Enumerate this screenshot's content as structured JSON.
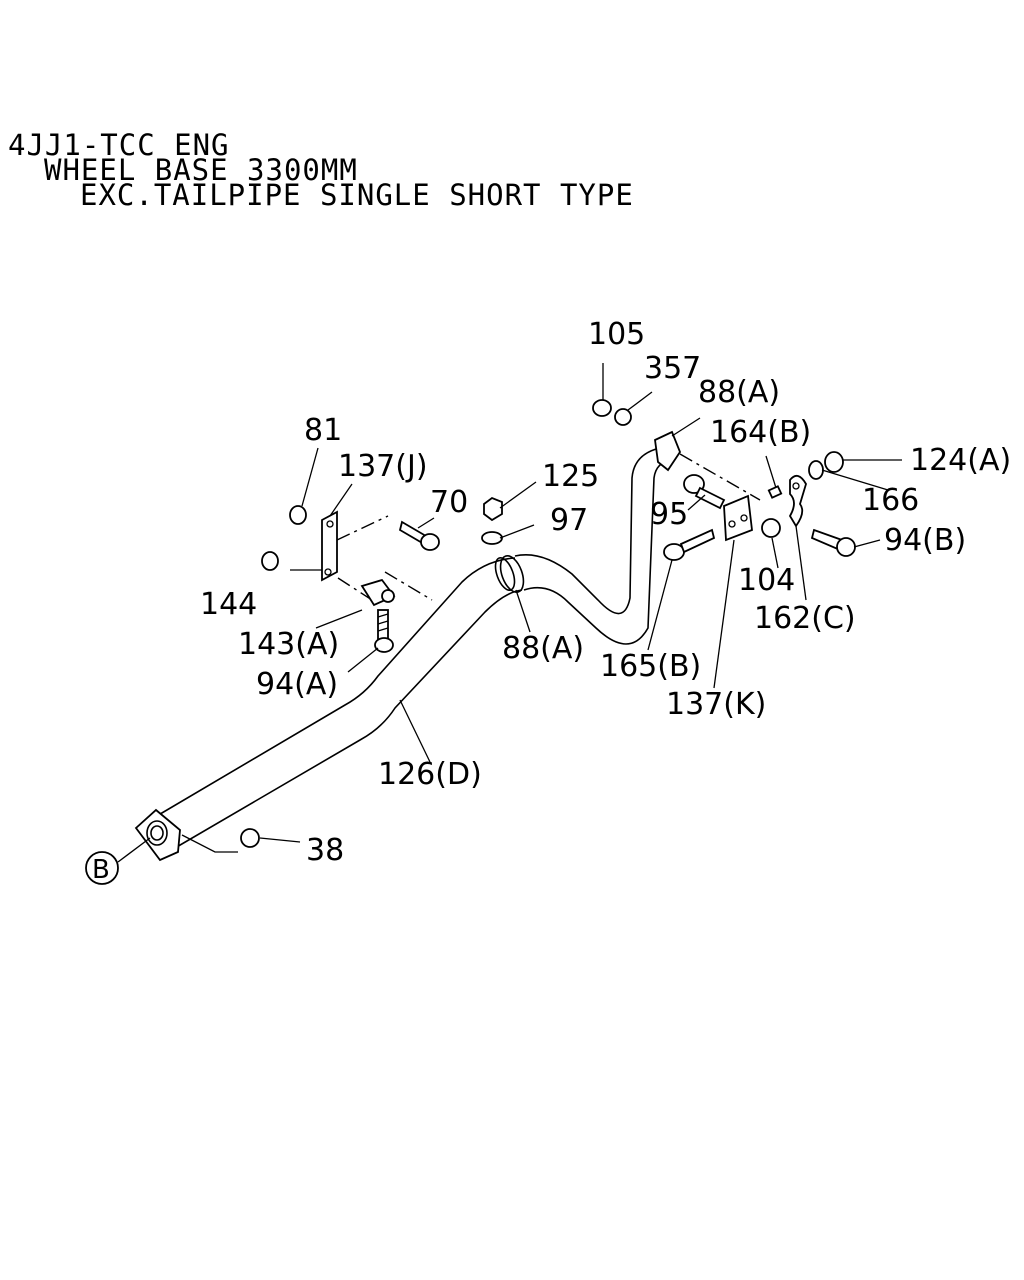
{
  "header": {
    "line1": "4JJ1-TCC ENG",
    "line2": "WHEEL BASE 3300MM",
    "line3": "EXC.TAILPIPE SINGLE SHORT TYPE"
  },
  "callouts": {
    "c105": "105",
    "c357": "357",
    "c88a_top": "88(A)",
    "c164b": "164(B)",
    "c124a": "124(A)",
    "c166": "166",
    "c81": "81",
    "c137j": "137(J)",
    "c70": "70",
    "c125": "125",
    "c97": "97",
    "c95": "95",
    "c94b": "94(B)",
    "c104": "104",
    "c144": "144",
    "c143a": "143(A)",
    "c88a_mid": "88(A)",
    "c162c": "162(C)",
    "c165b": "165(B)",
    "c94a": "94(A)",
    "c137k": "137(K)",
    "c126d": "126(D)",
    "c38": "38",
    "ref_b": "B"
  }
}
